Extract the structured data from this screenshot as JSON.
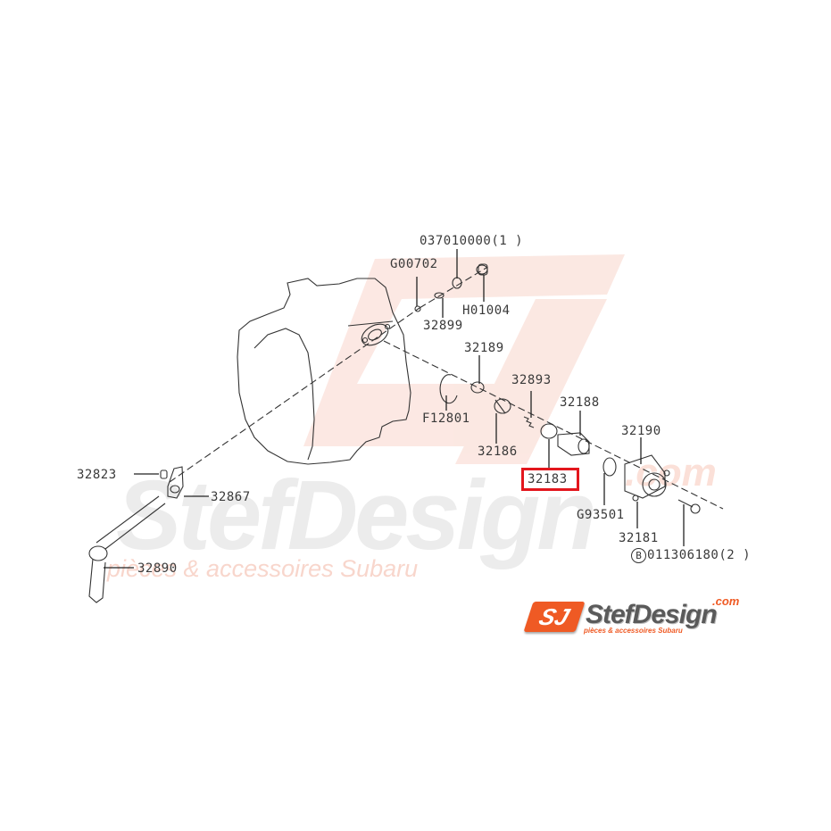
{
  "diagram": {
    "type": "exploded-parts-diagram",
    "subject": "transmission shifter rod / detent assembly",
    "highlight_color": "#e3161d",
    "highlighted_part": "32183",
    "labels": {
      "p037010000": "037010000(1  )",
      "pG00702": "G00702",
      "pH01004": "H01004",
      "p32899": "32899",
      "p32189": "32189",
      "pF12801": "F12801",
      "p32893": "32893",
      "p32186": "32186",
      "p32188": "32188",
      "p32190": "32190",
      "p32183": "32183",
      "pG93501": "G93501",
      "p32181": "32181",
      "p011306180": "011306180(2  )",
      "p011306180_marker": "B",
      "p32823": "32823",
      "p32867": "32867",
      "p32890": "32890"
    }
  },
  "watermark": {
    "brand": "StefDesign",
    "domain_suffix": ".com",
    "tagline": "pièces & accessoires Subaru",
    "color": "#f3d6d0",
    "gray": "#e6e6e6"
  },
  "logo": {
    "badge": "SJ",
    "brand": "StefDesign",
    "domain_suffix": ".com",
    "tagline": "pièces & accessoires Subaru",
    "accent": "#ef5a24",
    "text_color": "#5a5a5a"
  }
}
